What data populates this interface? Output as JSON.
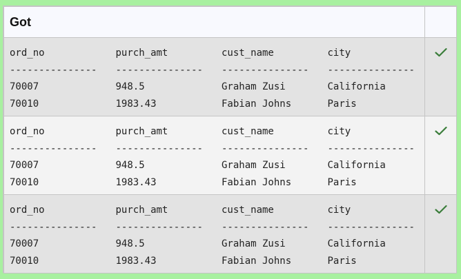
{
  "header": {
    "title": "Got"
  },
  "colors": {
    "page_background": "#a8f0a0",
    "check": "#3a7d3a",
    "row_dark": "#e3e3e3",
    "row_light": "#f3f3f3"
  },
  "results": [
    {
      "columns": [
        "ord_no",
        "purch_amt",
        "cust_name",
        "city"
      ],
      "separator": [
        "---------------",
        "---------------",
        "---------------",
        "---------------"
      ],
      "rows": [
        [
          "70007",
          "948.5",
          "Graham Zusi",
          "California"
        ],
        [
          "70010",
          "1983.43",
          "Fabian Johns",
          "Paris"
        ]
      ],
      "status_icon": "checkmark-icon"
    },
    {
      "columns": [
        "ord_no",
        "purch_amt",
        "cust_name",
        "city"
      ],
      "separator": [
        "---------------",
        "---------------",
        "---------------",
        "---------------"
      ],
      "rows": [
        [
          "70007",
          "948.5",
          "Graham Zusi",
          "California"
        ],
        [
          "70010",
          "1983.43",
          "Fabian Johns",
          "Paris"
        ]
      ],
      "status_icon": "checkmark-icon"
    },
    {
      "columns": [
        "ord_no",
        "purch_amt",
        "cust_name",
        "city"
      ],
      "separator": [
        "---------------",
        "---------------",
        "---------------",
        "---------------"
      ],
      "rows": [
        [
          "70007",
          "948.5",
          "Graham Zusi",
          "California"
        ],
        [
          "70010",
          "1983.43",
          "Fabian Johns",
          "Paris"
        ]
      ],
      "status_icon": "checkmark-icon"
    }
  ]
}
